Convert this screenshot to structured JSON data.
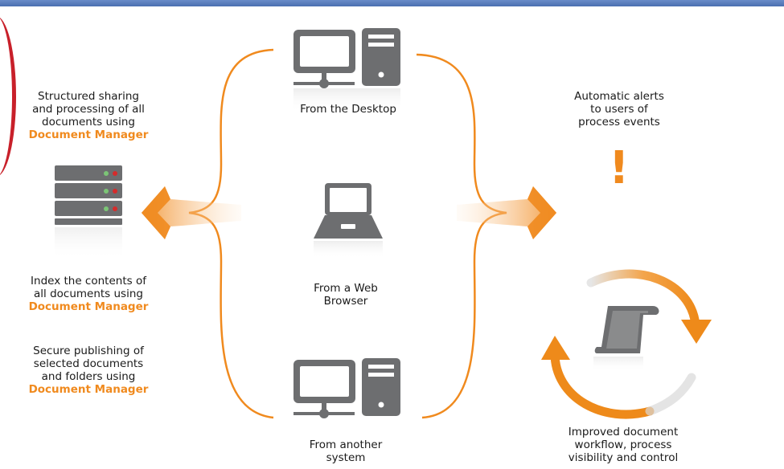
{
  "colors": {
    "accent": "#f08a1e",
    "icon_gray": "#6d6e70",
    "text": "#1a1a1a",
    "header_blue": "#4a6fb0",
    "red_dot": "#d62b2b",
    "green_dot": "#7cc576"
  },
  "sources": {
    "desktop": "From the Desktop",
    "web_browser_line1": "From a Web",
    "web_browser_line2": "Browser",
    "other_system_line1": "From another",
    "other_system_line2": "system"
  },
  "left_features": {
    "sharing": {
      "line1": "Structured sharing",
      "line2": "and processing of all",
      "line3": "documents using",
      "accent": "Document Manager"
    },
    "index": {
      "line1": "Index the contents of",
      "line2": "all documents using",
      "accent": "Document Manager"
    },
    "publishing": {
      "line1": "Secure publishing of",
      "line2": "selected documents",
      "line3": "and folders using",
      "accent": "Document Manager"
    }
  },
  "right_features": {
    "alerts": {
      "line1": "Automatic alerts",
      "line2": "to users of",
      "line3": "process events",
      "mark": "!"
    },
    "workflow": {
      "line1": "Improved document",
      "line2": "workflow, process",
      "line3": "visibility and control"
    }
  },
  "icons": [
    "desktop-computer-icon",
    "laptop-icon",
    "server-rack-icon",
    "alert-icon",
    "document-scroll-icon",
    "cycle-arrows-icon"
  ]
}
